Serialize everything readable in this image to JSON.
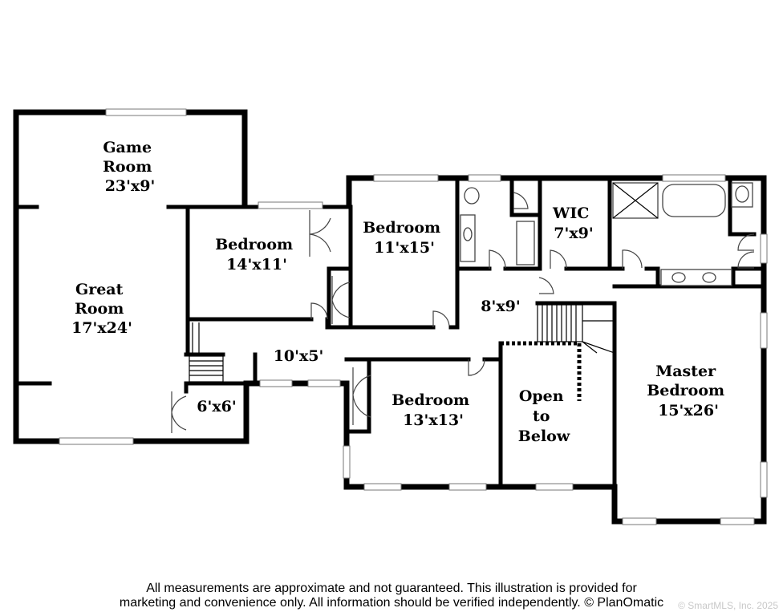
{
  "rooms": {
    "game_room": [
      "Game",
      "Room",
      "23'x9'"
    ],
    "great_room": [
      "Great",
      "Room",
      "17'x24'"
    ],
    "bedroom_a": [
      "Bedroom",
      "14'x11'"
    ],
    "bedroom_b": [
      "Bedroom",
      "11'x15'"
    ],
    "wic": [
      "WIC",
      "7'x9'"
    ],
    "hall_small": [
      "8'x9'"
    ],
    "hall_long": [
      "10'x5'"
    ],
    "closet": [
      "6'x6'"
    ],
    "bedroom_c": [
      "Bedroom",
      "13'x13'"
    ],
    "open_below": [
      "Open",
      "to",
      "Below"
    ],
    "master": [
      "Master",
      "Bedroom",
      "15'x26'"
    ]
  },
  "footer": {
    "line1": "All measurements are approximate and not guaranteed. This illustration is provided for",
    "line2": "marketing and convenience only. All information should be verified independently. © PlanOmatic"
  },
  "watermark": "© SmartMLS, Inc. 2025"
}
